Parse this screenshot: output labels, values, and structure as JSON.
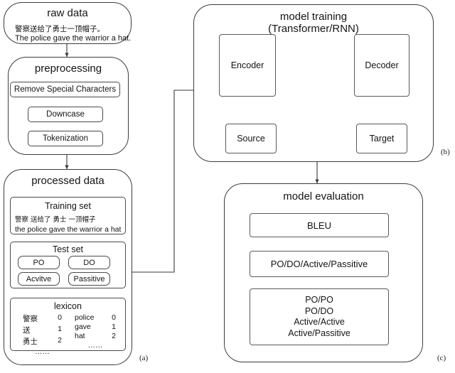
{
  "figure": {
    "panel_tags": {
      "a": "(a)",
      "b": "(b)",
      "c": "(c)"
    }
  },
  "panel_a": {
    "raw_data": {
      "title": "raw data",
      "line_cjk": "警察送给了勇士一顶帽子。",
      "line_en": "The police gave the warrior a hat."
    },
    "preprocessing": {
      "title": "preprocessing",
      "steps": [
        {
          "label": "Remove Special Characters"
        },
        {
          "label": "Downcase"
        },
        {
          "label": "Tokenization"
        }
      ]
    },
    "processed_data": {
      "title": "processed data",
      "training_set": {
        "title": "Training set",
        "line_cjk": "警察  送给了  勇士       一顶帽子",
        "line_en": "the police gave the warrior a hat"
      },
      "test_set": {
        "title": "Test set",
        "tags": [
          {
            "label": "PO"
          },
          {
            "label": "DO"
          },
          {
            "label": "Acvitve"
          },
          {
            "label": "Passitive"
          }
        ]
      },
      "lexicon": {
        "title": "lexicon",
        "left_column": [
          {
            "token": "警察",
            "id": "0"
          },
          {
            "token": "送",
            "id": "1"
          },
          {
            "token": "勇士",
            "id": "2"
          },
          {
            "token": "……",
            "id": ""
          }
        ],
        "right_column": [
          {
            "token": "police",
            "id": "0"
          },
          {
            "token": "gave",
            "id": "1"
          },
          {
            "token": "hat",
            "id": "2"
          },
          {
            "token": "……",
            "id": ""
          }
        ]
      }
    }
  },
  "panel_b": {
    "title_line1": "model training",
    "title_line2": "(Transformer/RNN)",
    "blocks": [
      {
        "label": "Encoder"
      },
      {
        "label": "Decoder"
      },
      {
        "label": "Source"
      },
      {
        "label": "Target"
      }
    ]
  },
  "panel_c": {
    "title": "model evaluation",
    "metric": {
      "label": "BLEU"
    },
    "categories": {
      "label": "PO/DO/Active/Passitive"
    },
    "pairs": {
      "lines": [
        "PO/PO",
        "PO/DO",
        "Active/Active",
        "Active/Passitive"
      ]
    }
  }
}
